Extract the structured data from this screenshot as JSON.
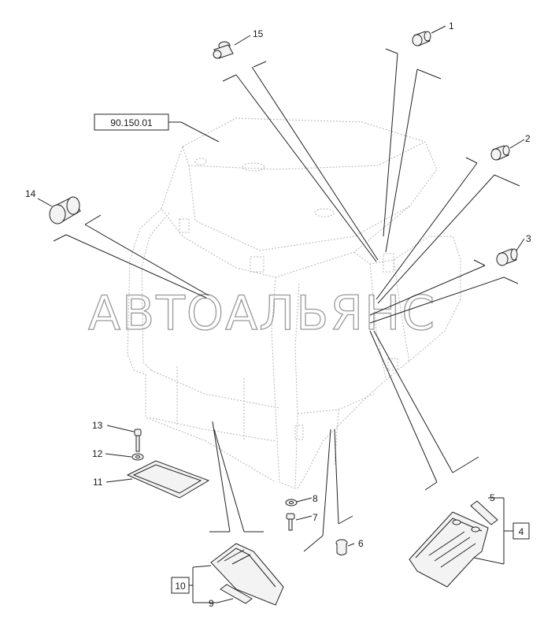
{
  "reference_box": "90.150.01",
  "watermark": "АВТОАЛЬЯНС",
  "callouts": {
    "c1": "1",
    "c2": "2",
    "c3": "3",
    "c4": "4",
    "c5": "5",
    "c6": "6",
    "c7": "7",
    "c8": "8",
    "c9": "9",
    "c10": "10",
    "c11": "11",
    "c12": "12",
    "c13": "13",
    "c14": "14",
    "c15": "15"
  }
}
